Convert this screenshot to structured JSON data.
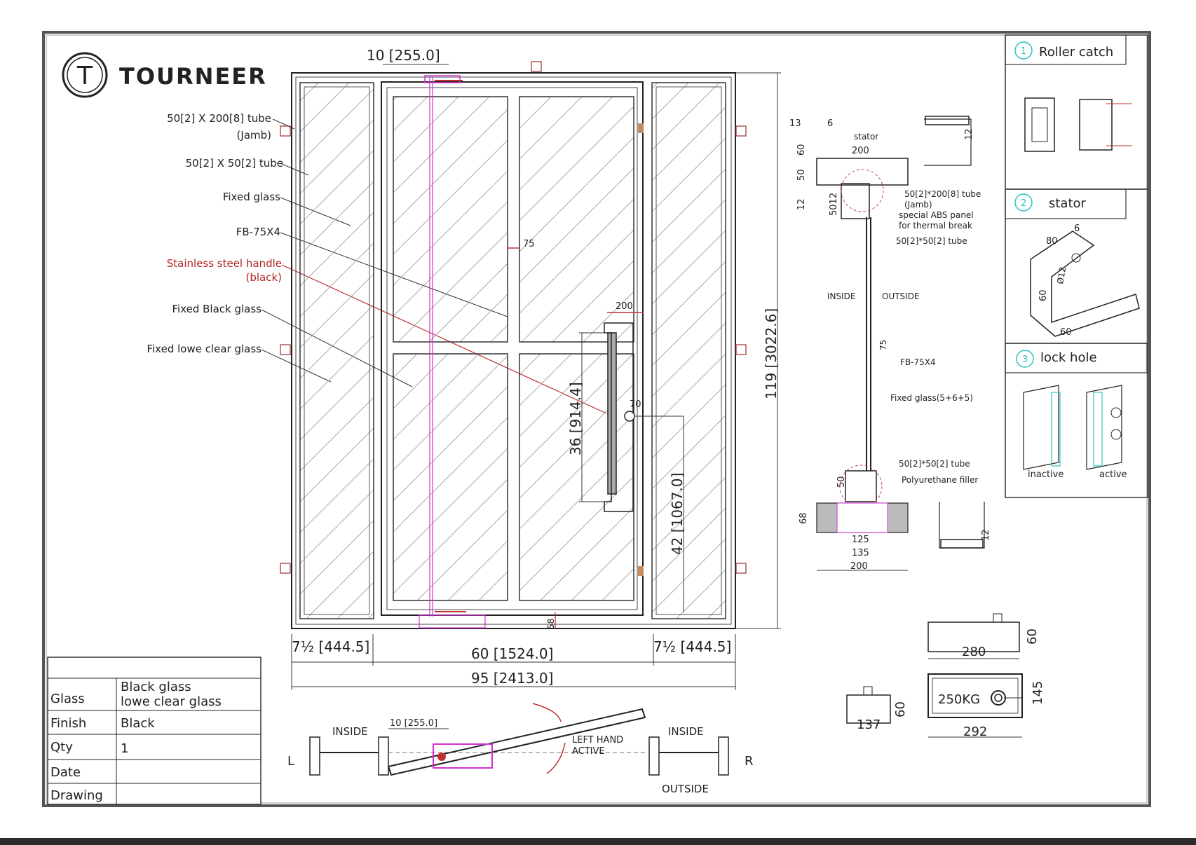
{
  "brand": {
    "name": "TOURNEER"
  },
  "callouts": {
    "jamb_tube_1": "50[2] X 200[8] tube",
    "jamb_tube_2": "(Jamb)",
    "tube_50": "50[2] X 50[2] tube",
    "fixed_glass": "Fixed glass",
    "fb": "FB-75X4",
    "handle_1": "Stainless steel handle",
    "handle_2": "(black)",
    "black_glass": "Fixed Black glass",
    "lowe_glass": "Fixed lowe clear glass"
  },
  "dimensions": {
    "top_offset": "10 [255.0]",
    "mullion": "75",
    "handle_w": "200",
    "handle_h": "36 [914.4]",
    "lock_offset": "70",
    "lock_height": "42 [1067.0]",
    "overall_h": "119 [3022.6]",
    "bottom_small": "58",
    "side_left_frac": "7½ [444.5]",
    "side_right_frac": "7½ [444.5]",
    "door_w": "60 [1524.0]",
    "overall_w": "95 [2413.0]"
  },
  "section": {
    "d13": "13",
    "d6": "6",
    "stator": "stator",
    "d200": "200",
    "d60": "60",
    "d50": "50",
    "d12": "12",
    "d5012": "5012",
    "tube_jamb_1": "50[2]*200[8] tube",
    "tube_jamb_2": "(Jamb)",
    "abs_1": "special ABS panel",
    "abs_2": "for thermal break",
    "tube_50": "50[2]*50[2]  tube",
    "inside": "INSIDE",
    "outside": "OUTSIDE",
    "d75": "75",
    "fb": "FB-75X4",
    "fixed_glass": "Fixed glass(5+6+5)",
    "tube_50_b": "50[2]*50[2]  tube",
    "filler": "Polyurethane filler",
    "b50": "50",
    "b68": "68",
    "b125": "125",
    "b135": "135",
    "b200": "200",
    "b12": "12",
    "t12": "12"
  },
  "details": [
    {
      "num": "1",
      "title": "Roller catch"
    },
    {
      "num": "2",
      "title": "stator",
      "d80": "80",
      "d6": "6",
      "d12": "Ø12",
      "d60a": "60",
      "d60b": "60"
    },
    {
      "num": "3",
      "title": "lock hole",
      "inactive": "inactive",
      "active": "active"
    }
  ],
  "pivot": {
    "top_w": "280",
    "top_h": "60",
    "side_w": "137",
    "side_h": "60",
    "plate_label": "250KG",
    "plate_w": "292",
    "plate_h": "145"
  },
  "plan": {
    "left": "L",
    "right": "R",
    "inside_left": "INSIDE",
    "inside_right": "INSIDE",
    "outside": "OUTSIDE",
    "offset": "10 [255.0]",
    "hand_1": "LEFT HAND",
    "hand_2": "ACTIVE"
  },
  "table": [
    {
      "label": "Glass",
      "value1": "Black glass",
      "value2": "lowe clear glass"
    },
    {
      "label": "Finish",
      "value1": "Black"
    },
    {
      "label": "Qty",
      "value1": "1"
    },
    {
      "label": "Date",
      "value1": ""
    },
    {
      "label": "Drawing",
      "value1": ""
    }
  ],
  "colors": {
    "accent_magenta": "#d42fd4",
    "handle_red": "#b22222",
    "detail_cyan": "#2ec4c4",
    "line": "#222222"
  }
}
